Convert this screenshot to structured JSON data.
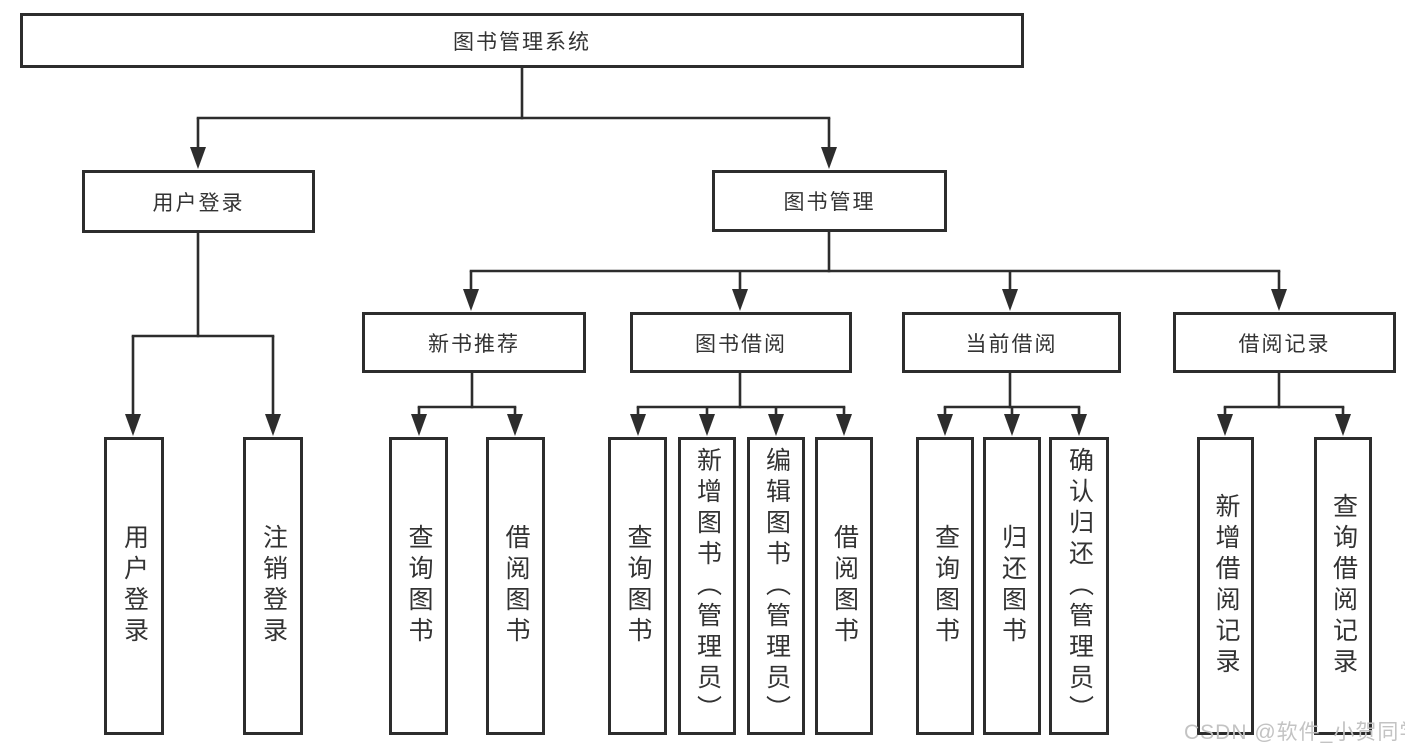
{
  "colors": {
    "line": "#2d2d2d",
    "box_border": "#2d2d2d",
    "text": "#333333",
    "background": "#ffffff",
    "watermark": "#c3c3c3"
  },
  "diagram": {
    "root": "图书管理系统",
    "level2": [
      "用户登录",
      "图书管理"
    ],
    "level3": [
      "新书推荐",
      "图书借阅",
      "当前借阅",
      "借阅记录"
    ],
    "leaves": {
      "login": [
        "用户登录",
        "注销登录"
      ],
      "newbook": [
        "查询图书",
        "借阅图书"
      ],
      "borrow": [
        "查询图书",
        "新增图书（管理员）",
        "编辑图书（管理员）",
        "借阅图书"
      ],
      "current": [
        "查询图书",
        "归还图书",
        "确认归还（管理员）"
      ],
      "record": [
        "新增借阅记录",
        "查询借阅记录"
      ]
    }
  },
  "watermark": {
    "text": "CSDN @软件_小贺同学"
  }
}
